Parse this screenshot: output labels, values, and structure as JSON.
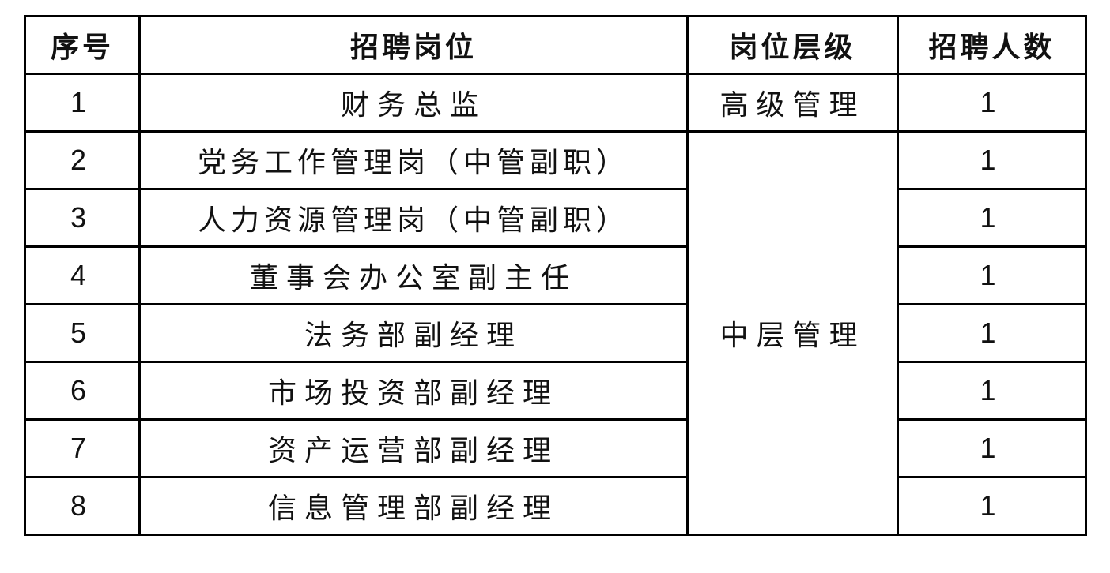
{
  "table": {
    "headers": [
      "序号",
      "招聘岗位",
      "岗位层级",
      "招聘人数"
    ],
    "rows": [
      {
        "no": "1",
        "position": "财务总监",
        "level": "高级管理",
        "count": "1"
      },
      {
        "no": "2",
        "position": "党务工作管理岗（中管副职）",
        "level": "中层管理",
        "count": "1"
      },
      {
        "no": "3",
        "position": "人力资源管理岗（中管副职）",
        "level": "中层管理",
        "count": "1"
      },
      {
        "no": "4",
        "position": "董事会办公室副主任",
        "level": "中层管理",
        "count": "1"
      },
      {
        "no": "5",
        "position": "法务部副经理",
        "level": "中层管理",
        "count": "1"
      },
      {
        "no": "6",
        "position": "市场投资部副经理",
        "level": "中层管理",
        "count": "1"
      },
      {
        "no": "7",
        "position": "资产运营部副经理",
        "level": "中层管理",
        "count": "1"
      },
      {
        "no": "8",
        "position": "信息管理部副经理",
        "level": "中层管理",
        "count": "1"
      }
    ],
    "merged_level_label": "中层管理"
  }
}
